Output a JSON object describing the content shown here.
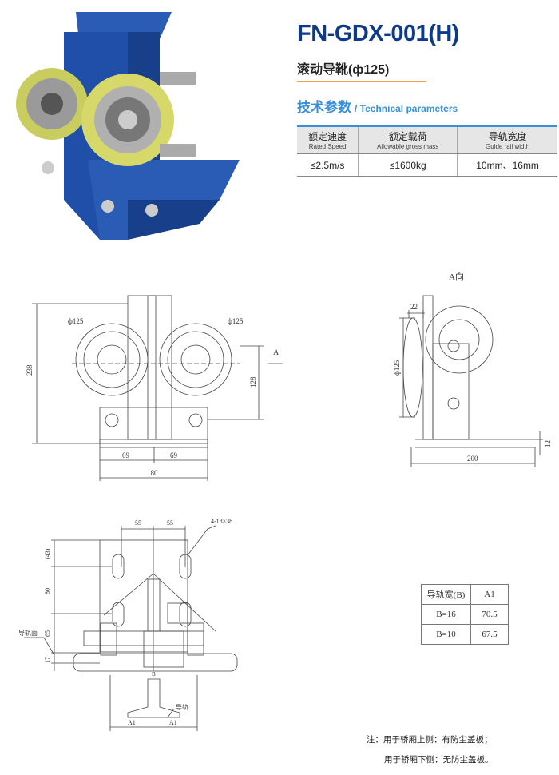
{
  "header": {
    "model": "FN-GDX-001(H)",
    "subtitle": "滚动导靴(ф125)",
    "params_title_zh": "技术参数",
    "params_title_en": "/ Technical parameters"
  },
  "spec_table": {
    "headers": [
      {
        "zh": "额定速度",
        "en": "Rated Speed"
      },
      {
        "zh": "额定载荷",
        "en": "Allowable gross mass"
      },
      {
        "zh": "导轨宽度",
        "en": "Guide rail width"
      }
    ],
    "values": [
      "≤2.5m/s",
      "≤1600kg",
      "10mm、16mm"
    ]
  },
  "front_view": {
    "wheel_left": "ф125",
    "wheel_right": "ф125",
    "arrow_label": "A",
    "height_total": "238",
    "height_axis": "128",
    "dim_left": "69",
    "dim_right": "69",
    "width_total": "180"
  },
  "side_view": {
    "title": "A向",
    "dim_top": "22",
    "wheel_dia": "ф125",
    "base_thick": "12",
    "base_width": "200"
  },
  "bottom_view": {
    "dim_55_left": "55",
    "dim_55_right": "55",
    "slot_spec": "4-18×38",
    "dim_43": "(43)",
    "dim_80": "80",
    "dim_65": "65",
    "dim_17": "17",
    "rail_face_label": "导轨面",
    "rail_width_label": "B",
    "rail_label": "导轨",
    "a1_left": "A1",
    "a1_right": "A1"
  },
  "rail_table": {
    "headers": [
      "导轨宽(B)",
      "A1"
    ],
    "rows": [
      [
        "B=16",
        "70.5"
      ],
      [
        "B=10",
        "67.5"
      ]
    ]
  },
  "notes": {
    "line1": "注：用于轿厢上侧：有防尘盖板；",
    "line2": "用于轿厢下侧：无防尘盖板。"
  },
  "colors": {
    "brand_blue": "#0d3b8a",
    "accent_blue": "#3a8fd6",
    "accent_orange": "#f0a050",
    "bracket_blue": "#1f4fa8",
    "wheel_yellow": "#d6d86a"
  }
}
